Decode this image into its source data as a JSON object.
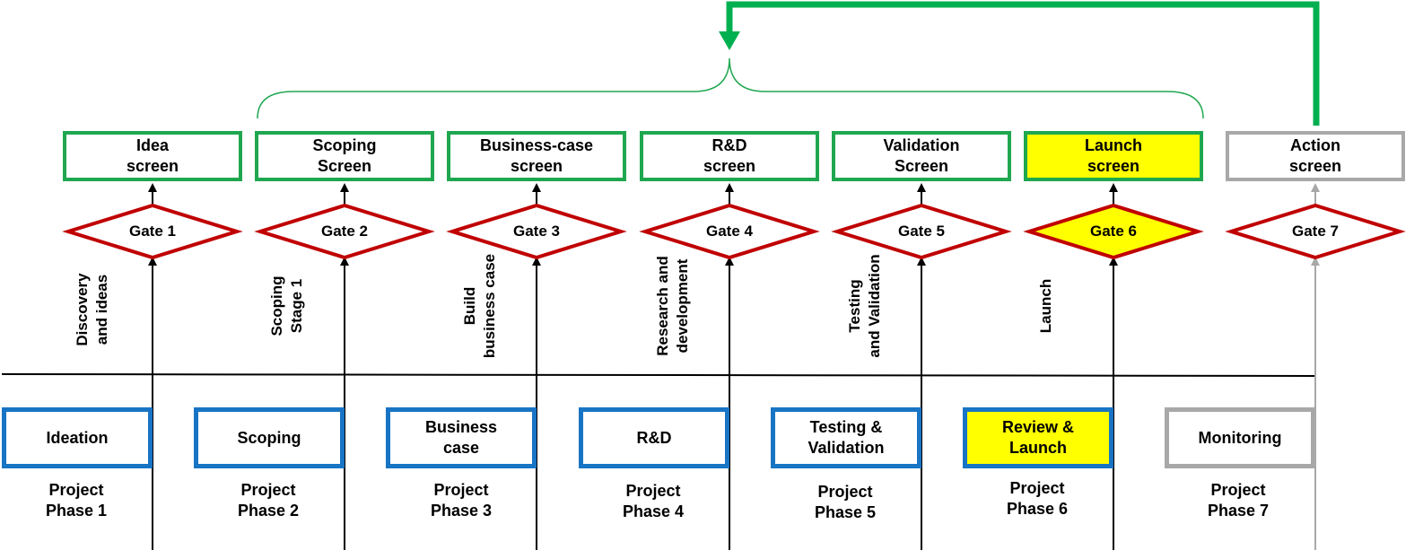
{
  "colors": {
    "screen_border": "#1fa750",
    "gate_border": "#c00000",
    "phase_border": "#1874c4",
    "highlight": "#ffff00",
    "inactive": "#a8a8a8",
    "feedback_arrow": "#00b050"
  },
  "screens": [
    {
      "label": "Idea\nscreen"
    },
    {
      "label": "Scoping\nScreen"
    },
    {
      "label": "Business-case\nscreen"
    },
    {
      "label": "R&D\nscreen"
    },
    {
      "label": "Validation\nScreen"
    },
    {
      "label": "Launch\nscreen"
    },
    {
      "label": "Action\nscreen"
    }
  ],
  "gates": [
    {
      "label": "Gate 1"
    },
    {
      "label": "Gate 2"
    },
    {
      "label": "Gate 3"
    },
    {
      "label": "Gate 4"
    },
    {
      "label": "Gate 5"
    },
    {
      "label": "Gate 6"
    },
    {
      "label": "Gate 7"
    }
  ],
  "activities": [
    {
      "label": "Discovery\nand ideas"
    },
    {
      "label": "Scoping\nStage 1"
    },
    {
      "label": "Build\nbusiness case"
    },
    {
      "label": "Research and\ndevelopment"
    },
    {
      "label": "Testing\nand Validation"
    },
    {
      "label": "Launch"
    }
  ],
  "phases": [
    {
      "label": "Ideation"
    },
    {
      "label": "Scoping"
    },
    {
      "label": "Business\ncase"
    },
    {
      "label": "R&D"
    },
    {
      "label": "Testing &\nValidation"
    },
    {
      "label": "Review &\nLaunch"
    },
    {
      "label": "Monitoring"
    }
  ],
  "phase_captions": [
    {
      "label": "Project\nPhase 1"
    },
    {
      "label": "Project\nPhase 2"
    },
    {
      "label": "Project\nPhase 3"
    },
    {
      "label": "Project\nPhase 4"
    },
    {
      "label": "Project\nPhase 5"
    },
    {
      "label": "Project\nPhase 6"
    },
    {
      "label": "Project\nPhase 7"
    }
  ]
}
